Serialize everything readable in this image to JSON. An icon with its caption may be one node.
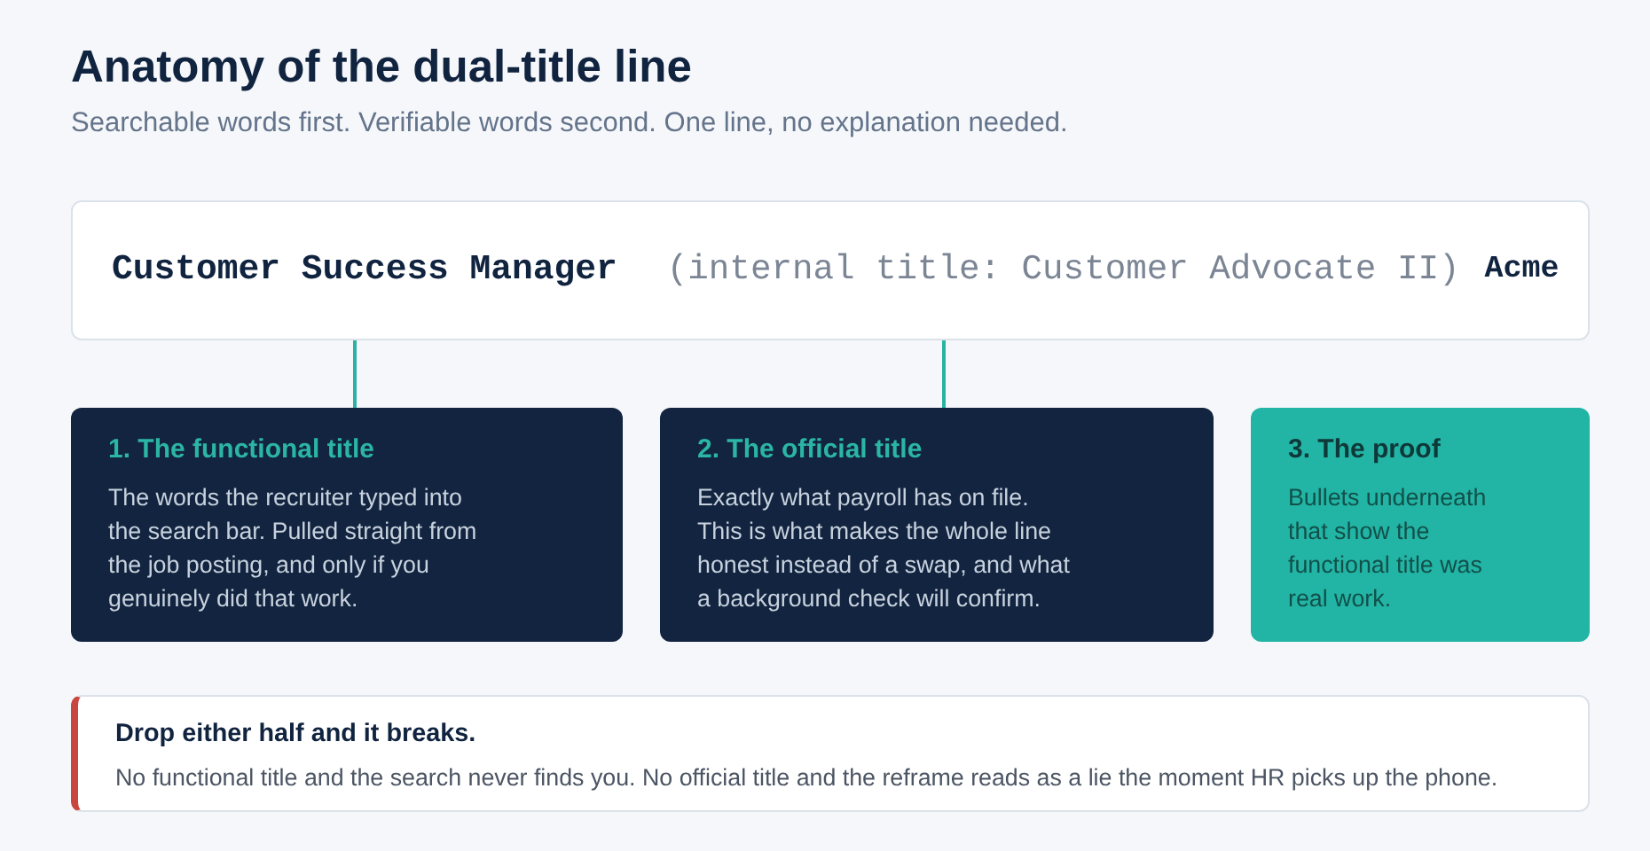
{
  "diagram": {
    "title": "Anatomy of the dual-title line",
    "nodes": [
      {
        "text": [
          "Customer Success Manager",
          "(internal title: Customer Advocate II)",
          "Acme"
        ]
      },
      {
        "text": [
          "1. The functional title",
          "The words the recruiter typed into the search bar. Pulled straight from the job posting, and only if you genuinely did that work."
        ]
      },
      {
        "text": [
          "2. The official title",
          "Exactly what payroll has on file. This is what makes the whole line honest instead of a swap, and what a background check will confirm."
        ]
      },
      {
        "text": [
          "3. The proof",
          "Bullets underneath that show the functional title was real work."
        ]
      },
      {
        "text": [
          "Drop either half and it breaks.",
          "No functional title and the search never finds you. No official title and the reframe reads as a lie the moment HR picks up the phone."
        ]
      }
    ],
    "edges": [
      {
        "from": 0,
        "to": 1,
        "arrow": "none"
      },
      {
        "from": 0,
        "to": 2,
        "arrow": "none"
      }
    ],
    "labels": [
      "Searchable words first. Verifiable words second. One line, no explanation needed."
    ]
  }
}
